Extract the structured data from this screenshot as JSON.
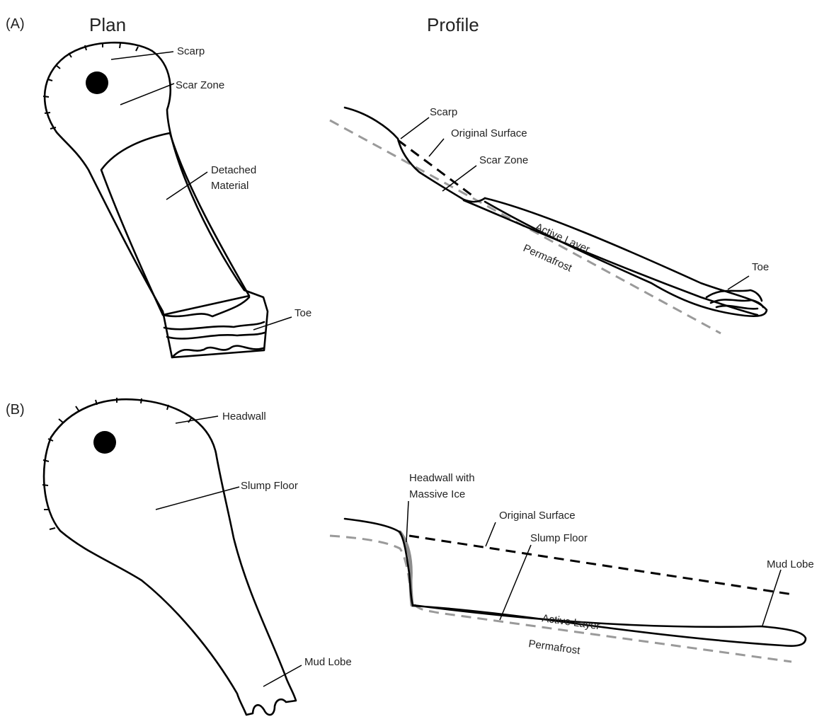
{
  "panel_a": {
    "id": "(A)",
    "plan_title": "Plan",
    "profile_title": "Profile",
    "plan_labels": {
      "scarp": "Scarp",
      "scar_zone": "Scar Zone",
      "detached_1": "Detached",
      "detached_2": "Material",
      "toe": "Toe"
    },
    "profile_labels": {
      "scarp": "Scarp",
      "original_surface": "Original Surface",
      "scar_zone": "Scar Zone",
      "active_layer": "Active Layer",
      "permafrost": "Permafrost",
      "toe": "Toe"
    }
  },
  "panel_b": {
    "id": "(B)",
    "plan_labels": {
      "headwall": "Headwall",
      "slump_floor": "Slump Floor",
      "mud_lobe": "Mud Lobe"
    },
    "profile_labels": {
      "headwall_1": "Headwall with",
      "headwall_2": "Massive Ice",
      "original_surface": "Original Surface",
      "slump_floor": "Slump Floor",
      "mud_lobe": "Mud Lobe",
      "active_layer": "Active Layer",
      "permafrost": "Permafrost"
    }
  },
  "colors": {
    "line": "#000000",
    "permafrost_dash": "#9a9a9a",
    "massive_ice": "#8c8c8c"
  }
}
